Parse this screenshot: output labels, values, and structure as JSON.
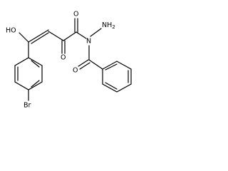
{
  "structure": {
    "atoms": {
      "hydroxyl": "HO",
      "ketone_oxygen": "O",
      "amide_oxygen": "O",
      "hydrazide_nitrogen": "N",
      "amino_group": "NH",
      "amino_subscript": "2",
      "benzoyl_oxygen": "O",
      "bromine": "Br"
    },
    "colors": {
      "bond": "#000000",
      "text": "#000000",
      "background": "#ffffff"
    }
  }
}
